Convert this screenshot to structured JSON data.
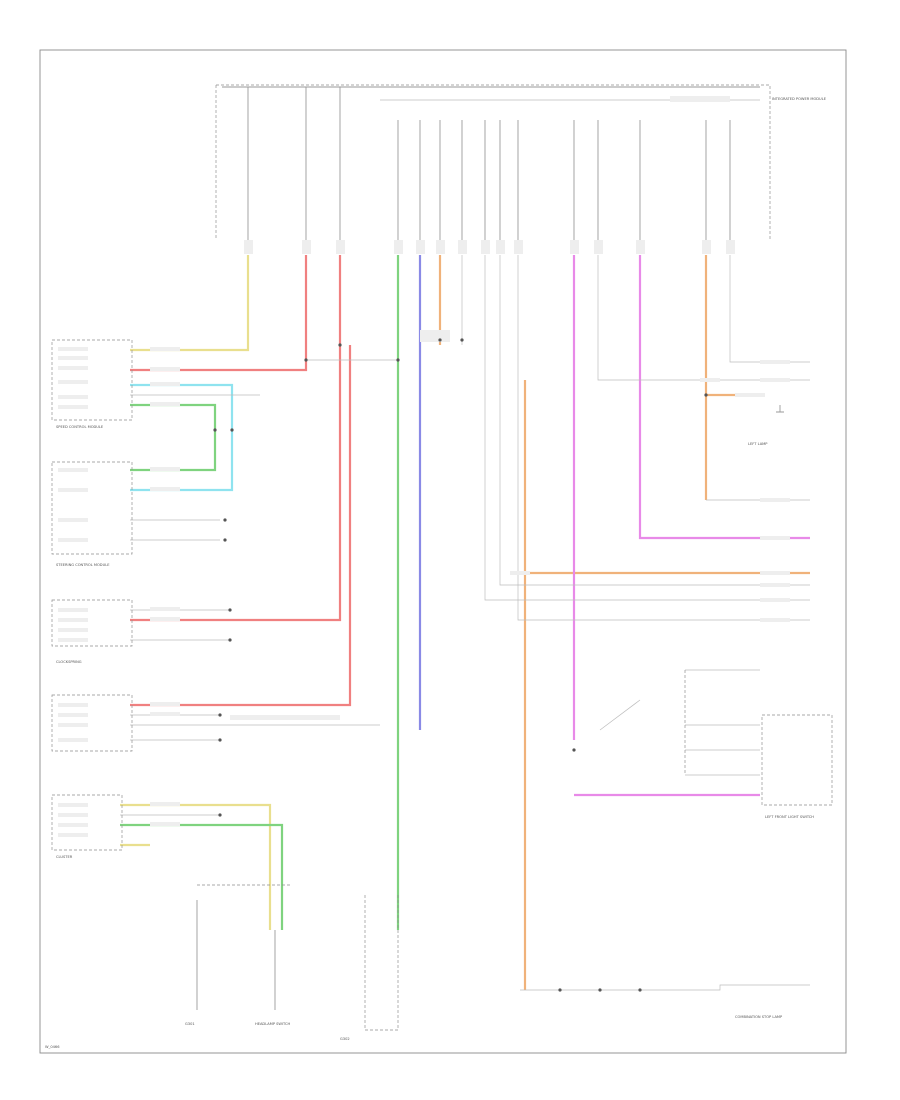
{
  "footer_code": "W_0466",
  "module_labels": {
    "fuse_block": "INTEGRATED POWER MODULE",
    "upper_left_module": "SPEED CONTROL MODULE",
    "steering_control": "STEERING CONTROL MODULE",
    "clock_spring": "CLOCKSPRING",
    "cluster": "CLUSTER",
    "headlamp_switch": "HEADLAMP SWITCH",
    "left_ground": "G301",
    "left_ground2": "G302",
    "right_module": "LEFT FRONT LIGHT SWITCH",
    "bottom_right": "COMBINATION STOP LAMP",
    "module_right_mid": "LEFT LAMP"
  },
  "colors": {
    "yellow": "#e9df8e",
    "red": "#f08080",
    "green": "#7fd37f",
    "blue": "#8a8ae6",
    "cyan": "#8fe3ef",
    "orange": "#f0b27a",
    "magenta": "#e88ae8",
    "grey": "#9a9a9a"
  }
}
